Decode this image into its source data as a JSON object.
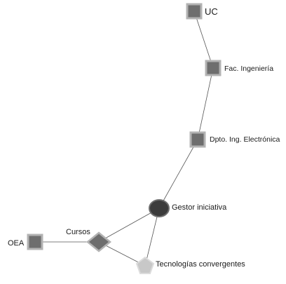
{
  "diagram": {
    "nodes": [
      {
        "id": "uc",
        "label": "UC",
        "shape": "square",
        "fill": "#6e6e6e",
        "stroke": "#b3b3b3"
      },
      {
        "id": "fac",
        "label": "Fac. Ingeniería",
        "shape": "square",
        "fill": "#6e6e6e",
        "stroke": "#b3b3b3"
      },
      {
        "id": "dpto",
        "label": "Dpto. Ing. Electrónica",
        "shape": "square",
        "fill": "#6e6e6e",
        "stroke": "#b3b3b3"
      },
      {
        "id": "gestor",
        "label": "Gestor iniciativa",
        "shape": "circle",
        "fill": "#3c3c3c",
        "stroke": "#6e6e6e"
      },
      {
        "id": "cursos",
        "label": "Cursos",
        "shape": "diamond",
        "fill": "#6e6e6e",
        "stroke": "#b3b3b3"
      },
      {
        "id": "oea",
        "label": "OEA",
        "shape": "square",
        "fill": "#6e6e6e",
        "stroke": "#b3b3b3"
      },
      {
        "id": "tec",
        "label": "Tecnologías convergentes",
        "shape": "pentagon",
        "fill": "#c8c8c8",
        "stroke": "#dcdcdc"
      }
    ],
    "edges": [
      {
        "from": "uc",
        "to": "fac"
      },
      {
        "from": "fac",
        "to": "dpto"
      },
      {
        "from": "dpto",
        "to": "gestor"
      },
      {
        "from": "gestor",
        "to": "cursos"
      },
      {
        "from": "gestor",
        "to": "tec"
      },
      {
        "from": "cursos",
        "to": "oea"
      },
      {
        "from": "cursos",
        "to": "tec"
      }
    ]
  }
}
